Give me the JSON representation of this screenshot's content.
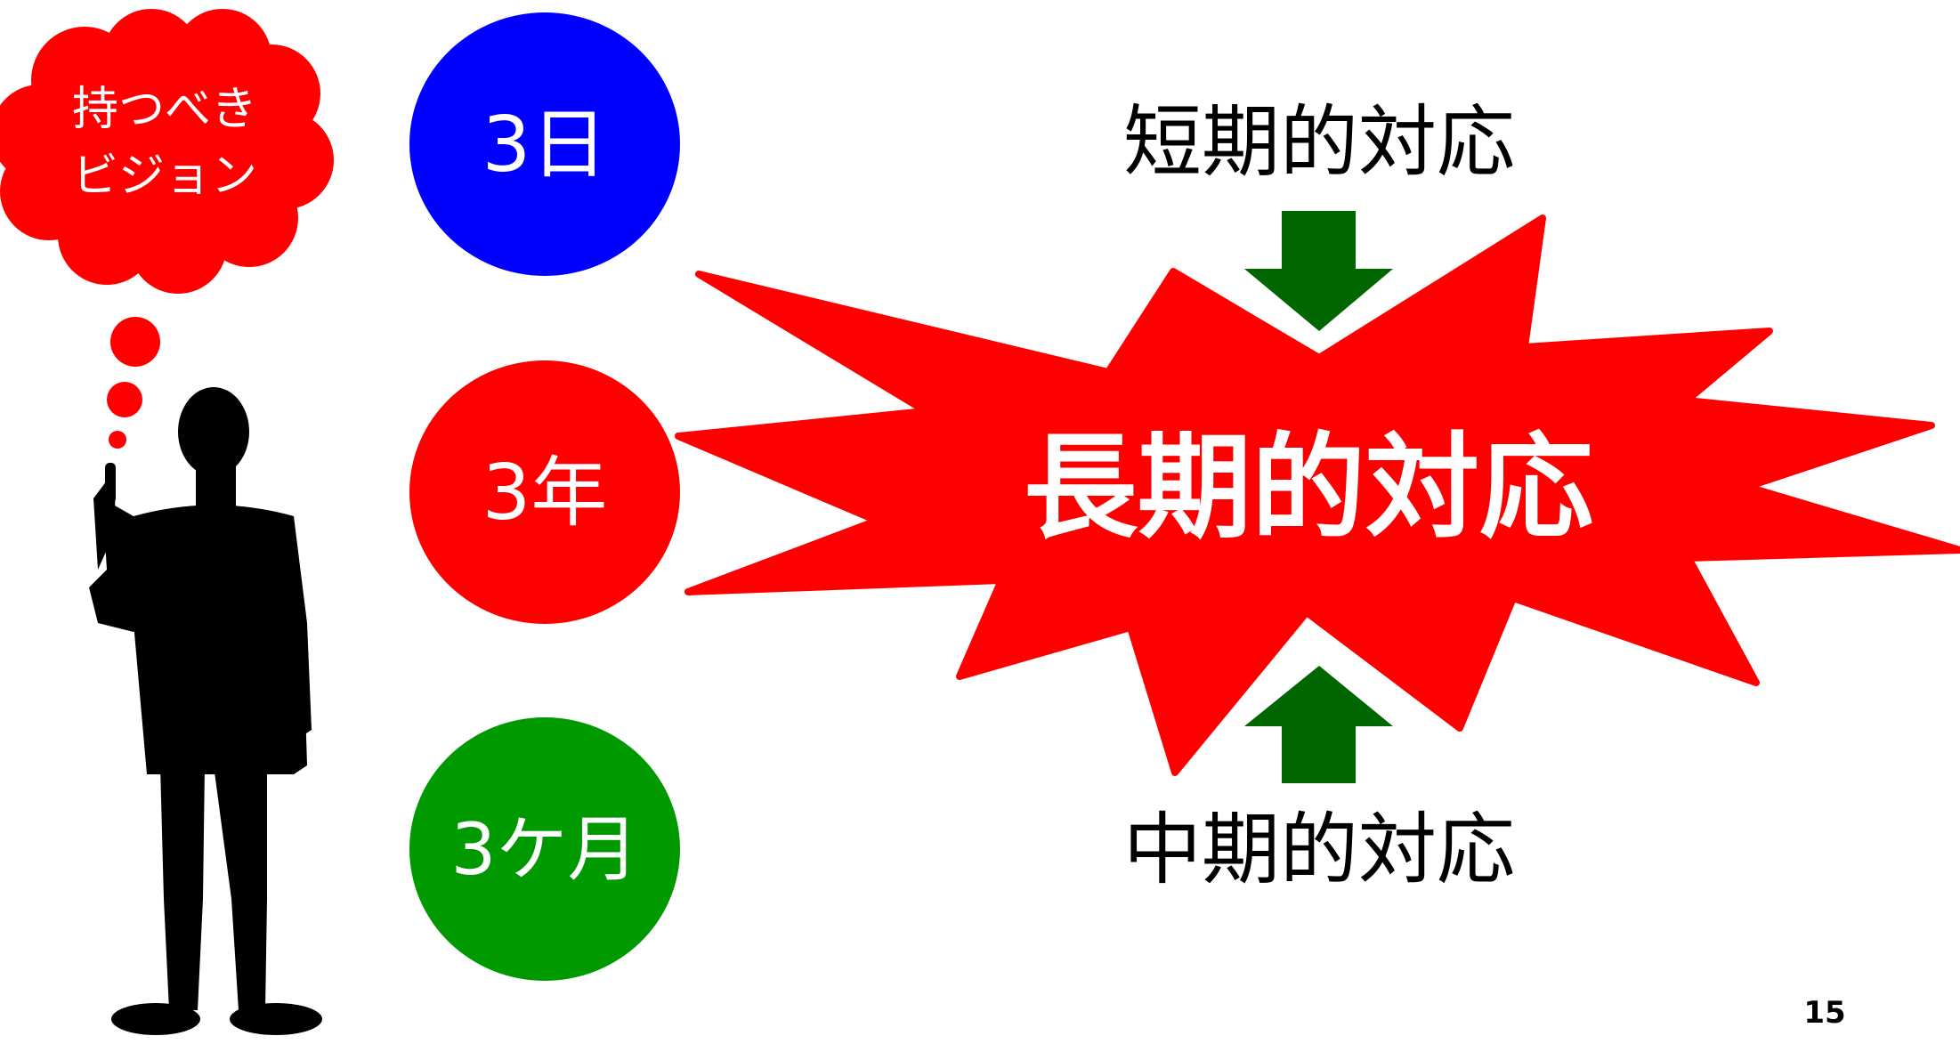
{
  "thought_bubble": {
    "line1": "持つべき",
    "line2": "ビジョン"
  },
  "circles": [
    {
      "label": "3日",
      "color": "#0000ff"
    },
    {
      "label": "3年",
      "color": "#ff0000"
    },
    {
      "label": "3ケ月",
      "color": "#009900"
    }
  ],
  "burst": {
    "label": "長期的対応",
    "color": "#ff0000"
  },
  "short_term": "短期的対応",
  "mid_term": "中期的対応",
  "arrow_color": "#006600",
  "page_number": "15"
}
